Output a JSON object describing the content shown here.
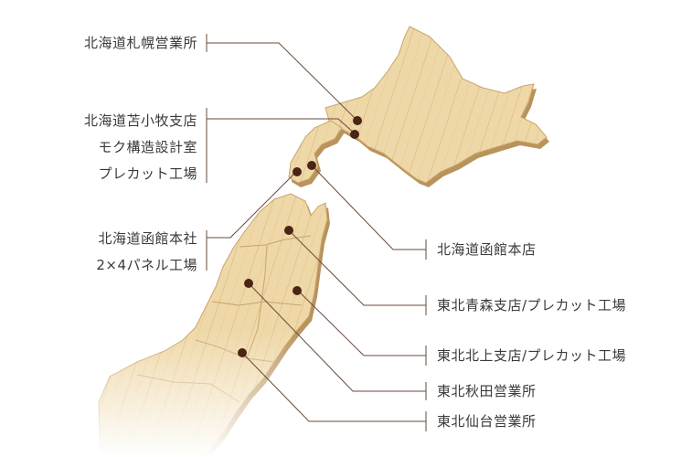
{
  "colors": {
    "wood_light": "#f1dcae",
    "wood_mid": "#e3c188",
    "wood_edge": "#c9a469",
    "grain": "#d6b47c",
    "line": "#6b4a3a",
    "marker": "#4a2414",
    "text": "#3a3a3a"
  },
  "locations": {
    "sapporo": {
      "lines": [
        "北海道札幌営業所"
      ]
    },
    "tomakomai": {
      "lines": [
        "北海道苫小牧支店",
        "モク構造設計室",
        "プレカット工場"
      ]
    },
    "hakodate_hq": {
      "lines": [
        "北海道函館本社",
        "2×4パネル工場"
      ]
    },
    "hakodate_store": {
      "lines": [
        "北海道函館本店"
      ]
    },
    "aomori": {
      "lines": [
        "東北青森支店/プレカット工場"
      ]
    },
    "kitakami": {
      "lines": [
        "東北北上支店/プレカット工場"
      ]
    },
    "akita": {
      "lines": [
        "東北秋田営業所"
      ]
    },
    "sendai": {
      "lines": [
        "東北仙台営業所"
      ]
    }
  }
}
